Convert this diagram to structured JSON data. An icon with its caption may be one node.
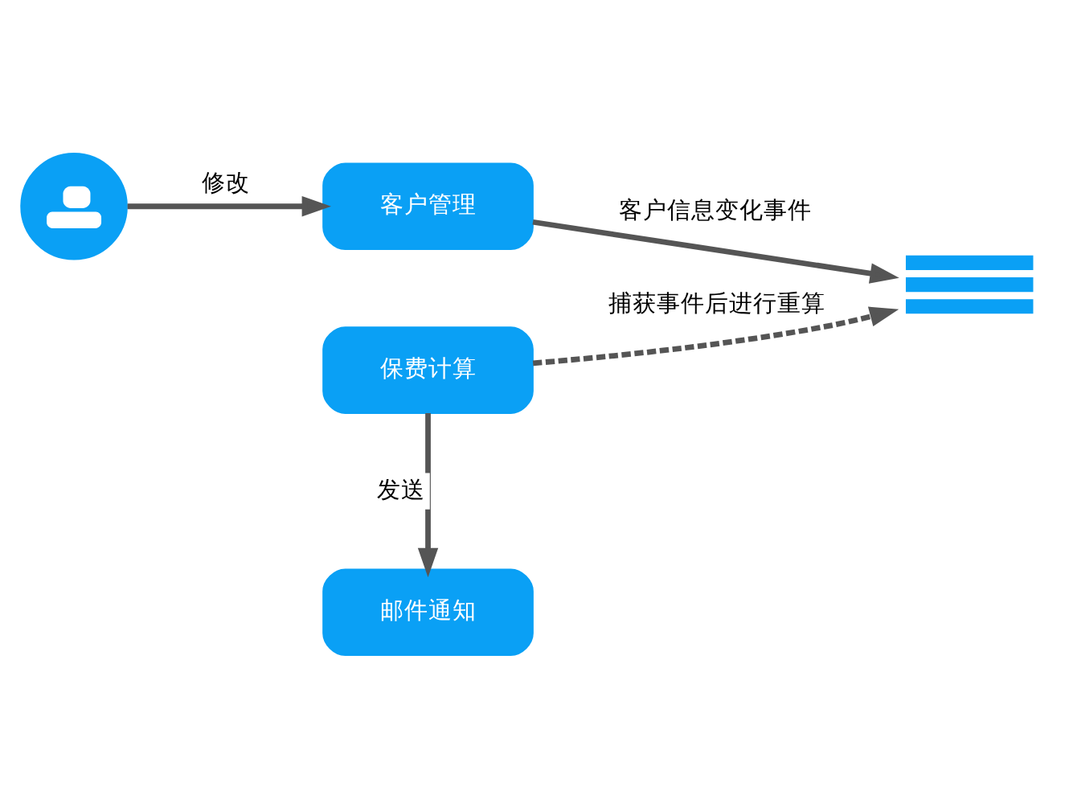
{
  "diagram": {
    "nodes": [
      {
        "text": [],
        "shape": "person"
      },
      {
        "text": [
          "客户管理"
        ]
      },
      {
        "text": [],
        "shape": "bar"
      },
      {
        "text": [
          "保费计算"
        ]
      },
      {
        "text": [
          "邮件通知"
        ]
      }
    ],
    "edges": [
      {
        "from": 0,
        "to": 1,
        "arrow": "to",
        "label": "修改"
      },
      {
        "from": 1,
        "to": 2,
        "arrow": "to",
        "label": "客户信息变化事件"
      },
      {
        "from": 3,
        "to": 2,
        "arrow": "to",
        "label": "捕获事件后进行重算",
        "style": "dashed"
      },
      {
        "from": 3,
        "to": 4,
        "arrow": "to",
        "label": "发送"
      }
    ]
  }
}
